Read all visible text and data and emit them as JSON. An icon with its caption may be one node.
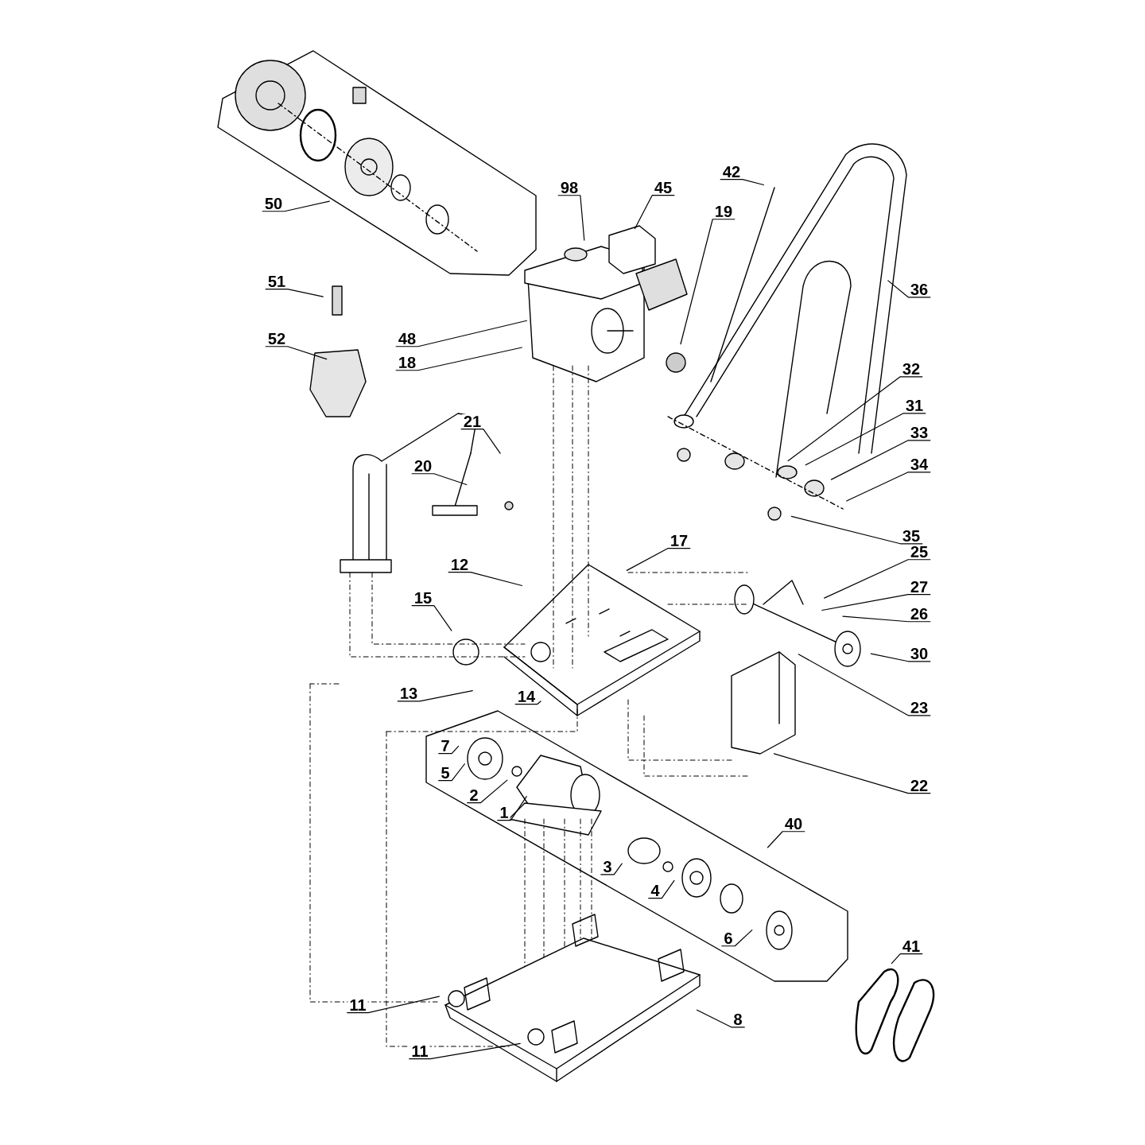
{
  "diagram": {
    "nodes": [
      {
        "text": [
          "42"
        ]
      },
      {
        "text": [
          "98"
        ]
      },
      {
        "text": [
          "45"
        ]
      },
      {
        "text": [
          "50"
        ]
      },
      {
        "text": [
          "19"
        ]
      },
      {
        "text": [
          "51"
        ]
      },
      {
        "text": [
          "36"
        ]
      },
      {
        "text": [
          "52"
        ]
      },
      {
        "text": [
          "48"
        ]
      },
      {
        "text": [
          "18"
        ]
      },
      {
        "text": [
          "32"
        ]
      },
      {
        "text": [
          "31"
        ]
      },
      {
        "text": [
          "21"
        ]
      },
      {
        "text": [
          "33"
        ]
      },
      {
        "text": [
          "34"
        ]
      },
      {
        "text": [
          "20"
        ]
      },
      {
        "text": [
          "35"
        ]
      },
      {
        "text": [
          "17"
        ]
      },
      {
        "text": [
          "25"
        ]
      },
      {
        "text": [
          "12"
        ]
      },
      {
        "text": [
          "27"
        ]
      },
      {
        "text": [
          "15"
        ]
      },
      {
        "text": [
          "26"
        ]
      },
      {
        "text": [
          "30"
        ]
      },
      {
        "text": [
          "13"
        ]
      },
      {
        "text": [
          "14"
        ]
      },
      {
        "text": [
          "23"
        ]
      },
      {
        "text": [
          "7"
        ]
      },
      {
        "text": [
          "5"
        ]
      },
      {
        "text": [
          "2"
        ]
      },
      {
        "text": [
          "22"
        ]
      },
      {
        "text": [
          "1"
        ]
      },
      {
        "text": [
          "40"
        ]
      },
      {
        "text": [
          "3"
        ]
      },
      {
        "text": [
          "4"
        ]
      },
      {
        "text": [
          "6"
        ]
      },
      {
        "text": [
          "41"
        ]
      },
      {
        "text": [
          "11"
        ]
      },
      {
        "text": [
          "8"
        ]
      },
      {
        "text": [
          "11"
        ]
      }
    ],
    "edges": [
      {
        "from": 0,
        "to": null,
        "arrow": "none"
      },
      {
        "from": 1,
        "to": null,
        "arrow": "none"
      },
      {
        "from": 2,
        "to": null,
        "arrow": "none"
      },
      {
        "from": 3,
        "to": null,
        "arrow": "none"
      },
      {
        "from": 4,
        "to": null,
        "arrow": "none"
      },
      {
        "from": 5,
        "to": null,
        "arrow": "none"
      },
      {
        "from": 6,
        "to": null,
        "arrow": "none"
      },
      {
        "from": 7,
        "to": null,
        "arrow": "none"
      },
      {
        "from": 8,
        "to": null,
        "arrow": "none"
      },
      {
        "from": 9,
        "to": null,
        "arrow": "none"
      },
      {
        "from": 10,
        "to": null,
        "arrow": "none"
      },
      {
        "from": 11,
        "to": null,
        "arrow": "none"
      },
      {
        "from": 12,
        "to": null,
        "arrow": "none"
      },
      {
        "from": 13,
        "to": null,
        "arrow": "none"
      },
      {
        "from": 14,
        "to": null,
        "arrow": "none"
      },
      {
        "from": 15,
        "to": null,
        "arrow": "none"
      },
      {
        "from": 16,
        "to": null,
        "arrow": "none"
      },
      {
        "from": 17,
        "to": null,
        "arrow": "none"
      },
      {
        "from": 18,
        "to": null,
        "arrow": "none"
      },
      {
        "from": 19,
        "to": null,
        "arrow": "none"
      },
      {
        "from": 20,
        "to": null,
        "arrow": "none"
      },
      {
        "from": 21,
        "to": null,
        "arrow": "none"
      },
      {
        "from": 22,
        "to": null,
        "arrow": "none"
      },
      {
        "from": 23,
        "to": null,
        "arrow": "none"
      },
      {
        "from": 24,
        "to": null,
        "arrow": "none"
      },
      {
        "from": 25,
        "to": null,
        "arrow": "none"
      },
      {
        "from": 26,
        "to": null,
        "arrow": "none"
      },
      {
        "from": 27,
        "to": null,
        "arrow": "none"
      },
      {
        "from": 28,
        "to": null,
        "arrow": "none"
      },
      {
        "from": 29,
        "to": null,
        "arrow": "none"
      },
      {
        "from": 30,
        "to": null,
        "arrow": "none"
      },
      {
        "from": 31,
        "to": null,
        "arrow": "none"
      },
      {
        "from": 32,
        "to": null,
        "arrow": "none"
      },
      {
        "from": 33,
        "to": null,
        "arrow": "none"
      },
      {
        "from": 34,
        "to": null,
        "arrow": "none"
      },
      {
        "from": 35,
        "to": null,
        "arrow": "none"
      },
      {
        "from": 36,
        "to": null,
        "arrow": "none"
      },
      {
        "from": 37,
        "to": null,
        "arrow": "none"
      },
      {
        "from": 38,
        "to": null,
        "arrow": "none"
      },
      {
        "from": 39,
        "to": null,
        "arrow": "none"
      }
    ]
  }
}
